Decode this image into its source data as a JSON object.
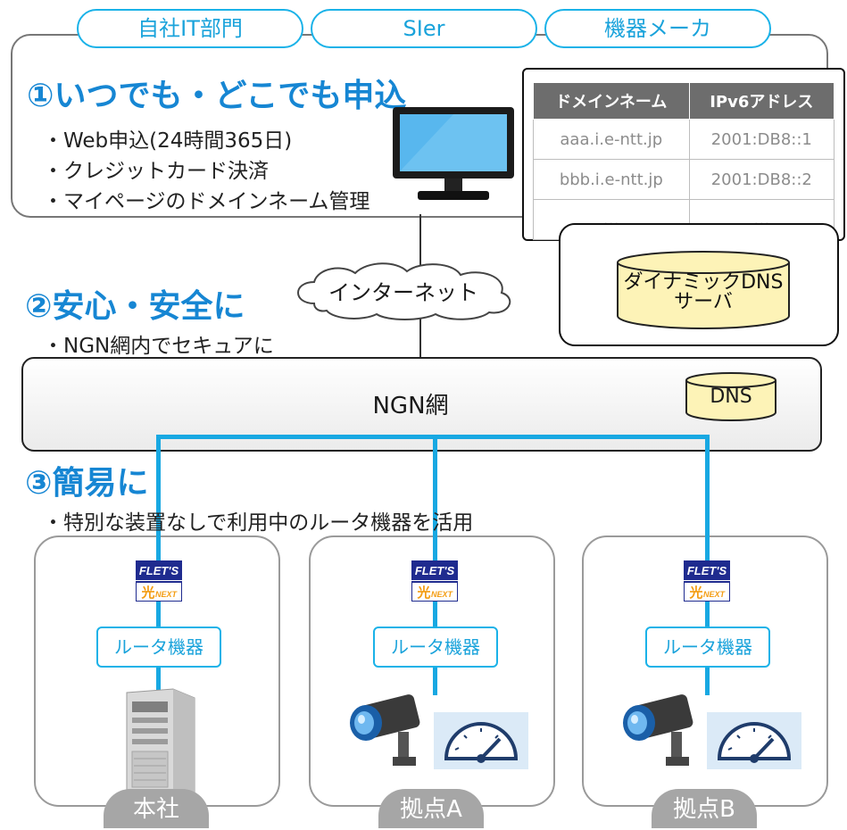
{
  "top_pills": [
    "自社IT部門",
    "SIer",
    "機器メーカ"
  ],
  "section1": {
    "heading": "①いつでも・どこでも申込",
    "bullets": [
      "・Web申込(24時間365日)",
      "・クレジットカード決済",
      "・マイページのドメインネーム管理"
    ]
  },
  "dns_table": {
    "headers": [
      "ドメインネーム",
      "IPv6アドレス"
    ],
    "rows": [
      [
        "aaa.i.e-ntt.jp",
        "2001:DB8::1"
      ],
      [
        "bbb.i.e-ntt.jp",
        "2001:DB8::2"
      ],
      [
        "…",
        "…"
      ]
    ]
  },
  "internet_label": "インターネット",
  "dynamic_dns_label": [
    "ダイナミックDNS",
    "サーバ"
  ],
  "section2": {
    "heading": "②安心・安全に",
    "bullet": "・NGN網内でセキュアに"
  },
  "ngn": {
    "label": "NGN網",
    "dns_label": "DNS"
  },
  "section3": {
    "heading": "③簡易に",
    "bullet": "・特別な装置なしで利用中のルータ機器を活用"
  },
  "flets_logo": {
    "line1": "FLET'S",
    "line2": "光",
    "line3": "NEXT"
  },
  "sites": [
    {
      "router": "ルータ機器",
      "label": "本社"
    },
    {
      "router": "ルータ機器",
      "label": "拠点A"
    },
    {
      "router": "ルータ機器",
      "label": "拠点B"
    }
  ],
  "colors": {
    "accent": "#1ab2e8",
    "heading": "#1686d3",
    "db_fill": "#fdf3b7",
    "site_label": "#a6a6a6"
  }
}
